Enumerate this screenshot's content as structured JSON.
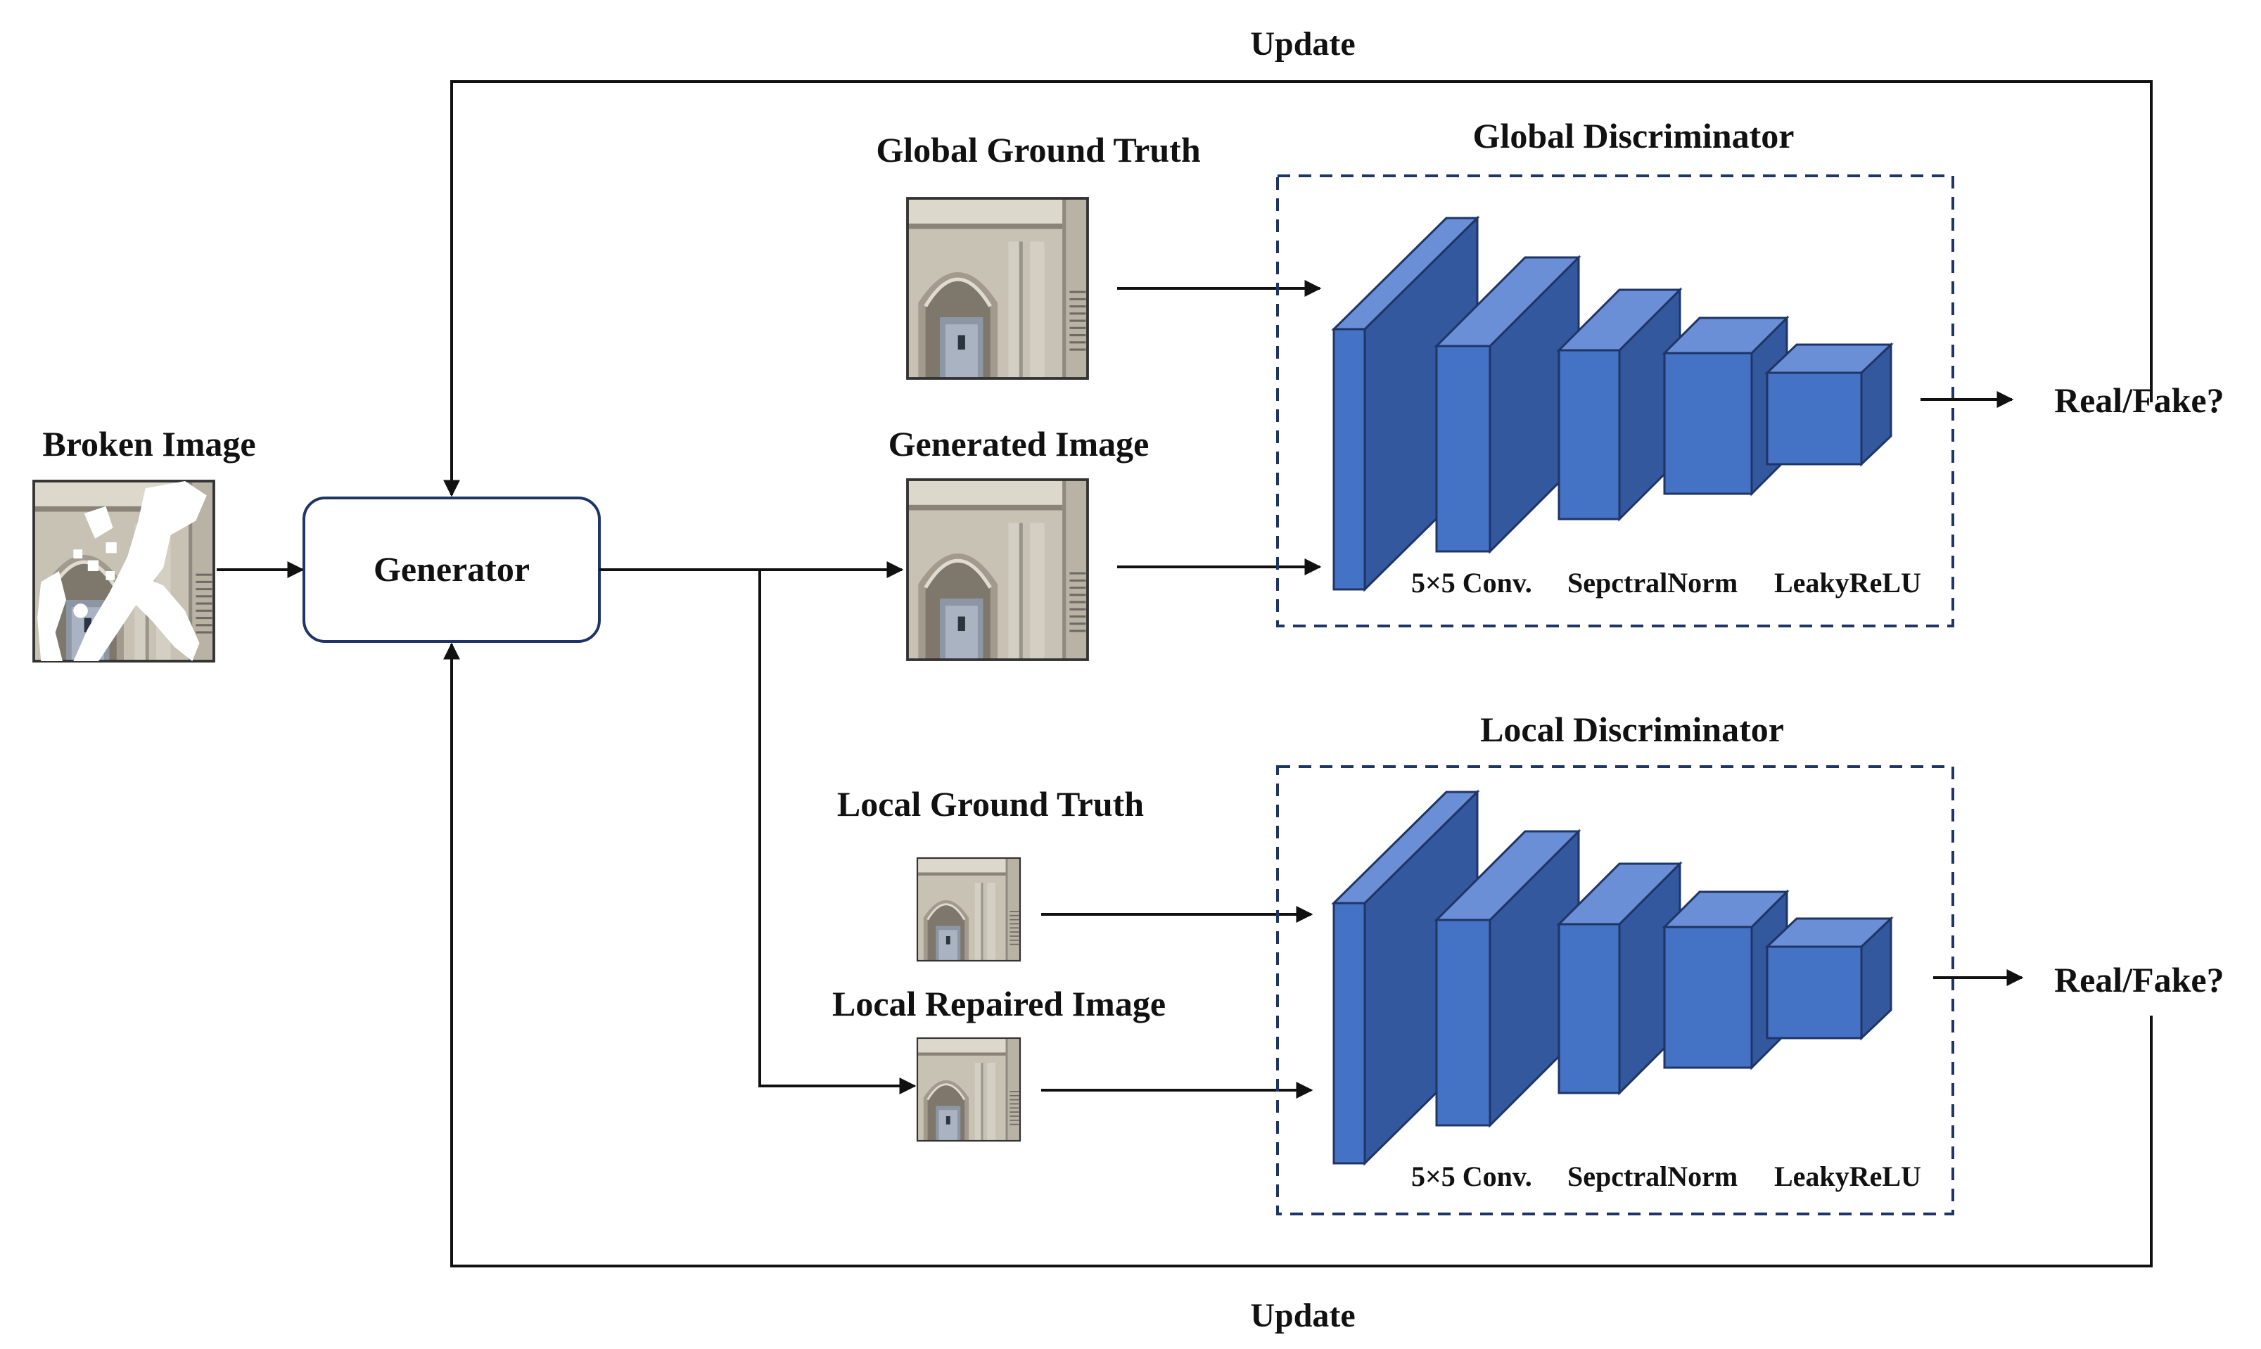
{
  "labels": {
    "update_top": "Update",
    "update_bottom": "Update",
    "broken_image": "Broken Image",
    "generator": "Generator",
    "global_ground_truth": "Global Ground Truth",
    "generated_image": "Generated Image",
    "local_ground_truth": "Local Ground Truth",
    "local_repaired_image": "Local Repaired Image",
    "global_discriminator": "Global Discriminator",
    "local_discriminator": "Local Discriminator",
    "global_output": "Real/Fake?",
    "local_output": "Real/Fake?"
  },
  "layer_legend": {
    "conv": "5×5 Conv.",
    "norm": "SepctralNorm",
    "act": "LeakyReLU"
  },
  "colors": {
    "block_front": "#4472c4",
    "block_top": "#6a8fd6",
    "block_side": "#33589e",
    "outline": "#1f3566",
    "arrow": "#111111"
  }
}
